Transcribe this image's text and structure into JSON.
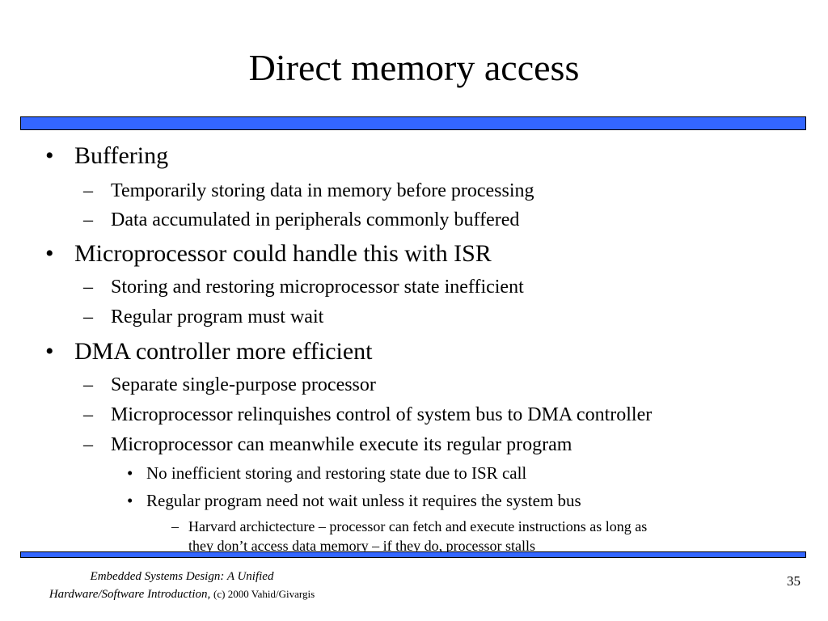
{
  "slide": {
    "title": "Direct memory access",
    "bullets": [
      {
        "marker": "•",
        "text": "Buffering",
        "children": [
          {
            "marker": "–",
            "text": "Temporarily storing data in memory before processing"
          },
          {
            "marker": "–",
            "text": "Data accumulated in peripherals commonly buffered"
          }
        ]
      },
      {
        "marker": "•",
        "text": "Microprocessor could handle this with ISR",
        "children": [
          {
            "marker": "–",
            "text": "Storing and restoring microprocessor state inefficient"
          },
          {
            "marker": "–",
            "text": "Regular program must wait"
          }
        ]
      },
      {
        "marker": "•",
        "text": "DMA controller more efficient",
        "children": [
          {
            "marker": "–",
            "text": "Separate single-purpose processor"
          },
          {
            "marker": "–",
            "text": "Microprocessor relinquishes control of system bus to DMA controller"
          },
          {
            "marker": "–",
            "text": "Microprocessor can meanwhile execute its regular program",
            "children": [
              {
                "marker": "•",
                "text": "No inefficient storing and restoring state due to ISR call"
              },
              {
                "marker": "•",
                "text": "Regular program need not wait unless it requires the system bus",
                "children": [
                  {
                    "marker": "–",
                    "line1": "Harvard archictecture – processor can fetch and execute instructions as long as",
                    "line2": "they don’t access data memory – if they do, processor stalls"
                  }
                ]
              }
            ]
          }
        ]
      }
    ]
  },
  "footer": {
    "book_title_line1": "Embedded Systems Design: A Unified",
    "book_title_line2": "Hardware/Software Introduction,",
    "copyright": "(c) 2000 Vahid/Givargis",
    "page_number": "35"
  },
  "colors": {
    "rule_fill": "#3366ff",
    "rule_border": "#000000",
    "text": "#000000",
    "background": "#ffffff"
  }
}
